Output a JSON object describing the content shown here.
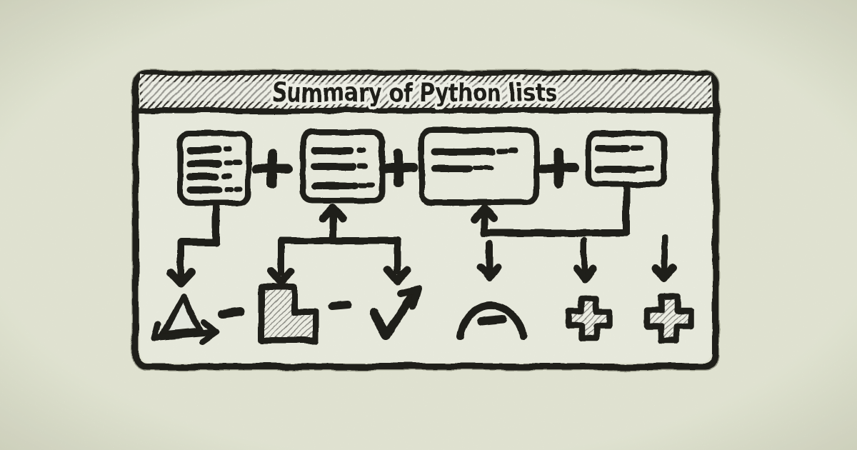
{
  "title_bar": {
    "title": "Summary of Python lists"
  },
  "colors": {
    "ink": "#21201a",
    "paper": "#f6f8ea",
    "background": "#eef1de",
    "icon_fill": "#fbfcf2"
  },
  "diagram": {
    "list_boxes": [
      {
        "name": "list-box-1",
        "item_rows": 4,
        "row_scribble_marks": [
          1,
          2,
          1,
          2
        ]
      },
      {
        "name": "list-box-2",
        "item_rows": 3,
        "row_scribble_marks": [
          1,
          1,
          2
        ]
      },
      {
        "name": "list-box-3",
        "item_rows": 2,
        "row_scribble_marks": [
          2,
          2
        ]
      },
      {
        "name": "list-box-4",
        "item_rows": 2,
        "row_scribble_marks": [
          1,
          2
        ]
      }
    ],
    "operators_between_boxes": [
      "+",
      "+",
      "+"
    ],
    "bottom_row": [
      {
        "name": "triangle-arrow-icon"
      },
      {
        "name": "minus-sign"
      },
      {
        "name": "corner-block-icon"
      },
      {
        "name": "minus-sign"
      },
      {
        "name": "check-arrow-icon"
      },
      {
        "name": "arc-minus-icon"
      },
      {
        "name": "plus-cross-icon"
      },
      {
        "name": "plus-cross-icon"
      }
    ]
  }
}
